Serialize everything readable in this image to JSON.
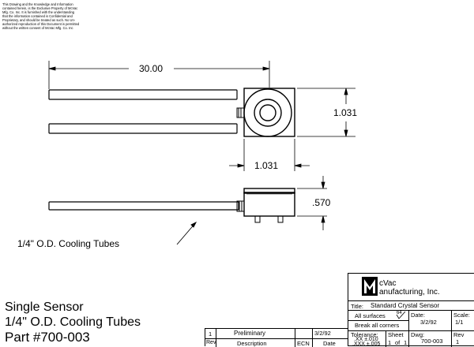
{
  "notice_lines": [
    "This Drawing and the Knowledge and Information",
    "contained herein, is the Exclusive Property of McVac",
    "Mfg. Co. Inc. It is furnished with the understanding",
    "that the information contained is Confidential and",
    "Proprietary, and should be treated as such. No Un-",
    "authorized reproduction of this Document is permitted",
    "without the written consent of McVac Mfg. Co. Inc"
  ],
  "dimensions": {
    "overall_length": "30.00",
    "head_height": "1.031",
    "head_width": "1.031",
    "side_height": ".570"
  },
  "callout": "1/4\" O.D. Cooling Tubes",
  "part_title": {
    "line1": "Single Sensor",
    "line2": "1/4\" O.D. Cooling Tubes",
    "line3": "Part #700-003"
  },
  "title_block": {
    "logo_letter": "M",
    "company_line1": "cVac",
    "company_line2": "anufacturing, Inc.",
    "title_label": "Title:",
    "title_value": "Standard Crystal Sensor",
    "finish_note": "All surfaces",
    "finish_symbol": "64",
    "corners_note": "Break all corners",
    "date_label": "Date:",
    "date_value": "3/2/92",
    "scale_label": "Scale:",
    "scale_value": "1/1",
    "tolerance_label": "Tolerance:",
    "tol_xx": ".XX  ±.010",
    "tol_xxx": ".XXX  ±.005",
    "sheet_label": "Sheet",
    "sheet_value": "1",
    "sheet_of": "of",
    "sheet_total": "1",
    "dwg_label": "Dwg:",
    "dwg_value": "700-003",
    "rev_label": "Rev",
    "rev_value": "1"
  },
  "revision_table": {
    "rev": "1",
    "description": "Preliminary",
    "date": "3/2/92",
    "headers": {
      "rev": "Rev",
      "description": "Description",
      "ecn": "ECN",
      "date": "Date"
    }
  }
}
